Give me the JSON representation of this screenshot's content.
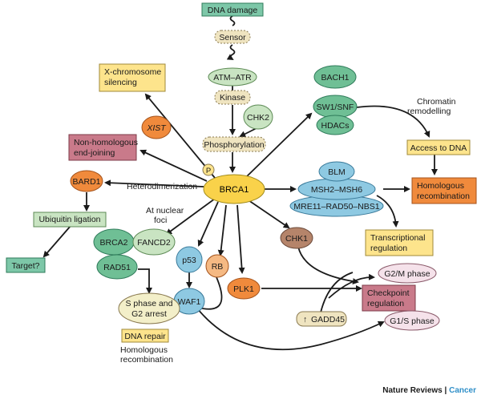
{
  "nodes": {
    "dna_damage": "DNA damage",
    "sensor": "Sensor",
    "atm_atr": "ATM–ATR",
    "kinase": "Kinase",
    "chk2": "CHK2",
    "phosphorylation": "Phosphorylation",
    "x_chrom_line1": "X-chromosome",
    "x_chrom_line2": "silencing",
    "xist": "XIST",
    "nhej_line1": "Non-homologous",
    "nhej_line2": "end-joining",
    "bard1": "BARD1",
    "heterodimerization": "Heterodimerization",
    "ubiquitin": "Ubiquitin ligation",
    "target": "Target?",
    "p": "P",
    "brca1": "BRCA1",
    "at_nuclear_line1": "At nuclear",
    "at_nuclear_line2": "foci",
    "brca2": "BRCA2",
    "fancd2": "FANCD2",
    "rad51": "RAD51",
    "p53": "p53",
    "rb": "RB",
    "waf1": "WAF1",
    "plk1": "PLK1",
    "chk1": "CHK1",
    "s_phase_line1": "S phase and",
    "s_phase_line2": "G2 arrest",
    "dna_repair": "DNA repair",
    "homologous_line1": "Homologous",
    "homologous_line2": "recombination",
    "bach1": "BACH1",
    "swi_snf": "SW1/SNF",
    "hdacs": "HDACs",
    "chromatin_line1": "Chromatin",
    "chromatin_line2": "remodelling",
    "access_dna": "Access to DNA",
    "blm": "BLM",
    "msh2_msh6": "MSH2–MSH6",
    "mre11": "MRE11–RAD50–NBS1",
    "hom_recomb_line1": "Homologous",
    "hom_recomb_line2": "recombination",
    "transcriptional_line1": "Transcriptional",
    "transcriptional_line2": "regulation",
    "g2m": "G2/M phase",
    "checkpoint_line1": "Checkpoint",
    "checkpoint_line2": "regulation",
    "gadd45": "GADD45",
    "gadd45_arrow": "↑",
    "g1s": "G1/S phase"
  },
  "credit": {
    "journal": "Nature Reviews",
    "separator": " | ",
    "section": "Cancer"
  },
  "colors": {
    "green_box": "#7dc7a8",
    "yellow_box": "#fde48c",
    "orange_box": "#f08a3c",
    "pink_box": "#c97a8a",
    "green_ellipse": "#6fbf95",
    "light_green": "#c9e4c2",
    "beige": "#efe4c0",
    "blue": "#8ec9e2",
    "orange_ellipse": "#f5b983",
    "brown": "#b5846a",
    "brca1_yellow": "#f9d24a",
    "brand_blue": "#2f8fc8"
  }
}
